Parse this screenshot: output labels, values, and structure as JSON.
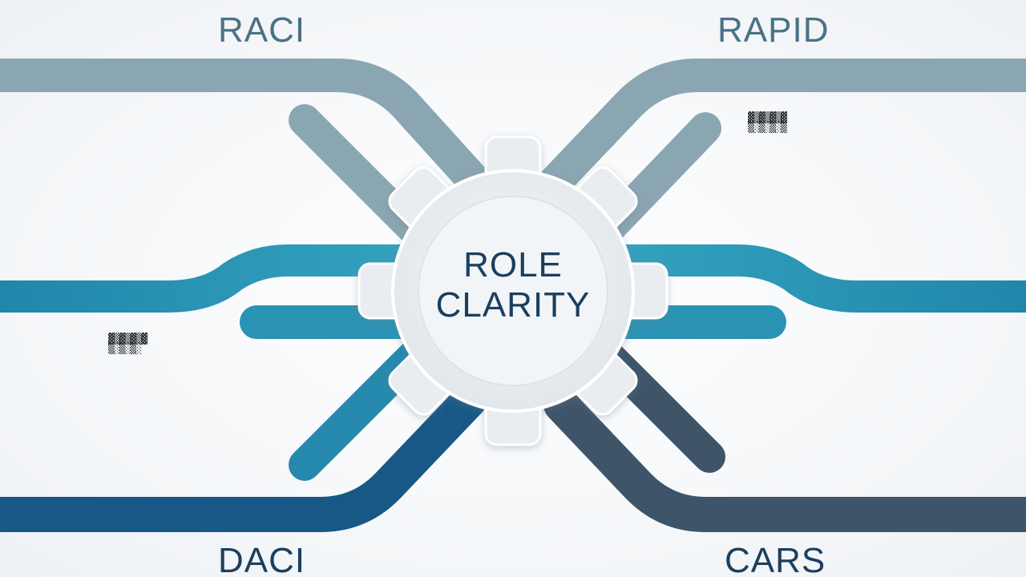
{
  "labels": {
    "top_left": "RACI",
    "top_right": "RAPID",
    "bottom_left": "DACI",
    "bottom_right": "CARS"
  },
  "center": {
    "line1": "ROLE",
    "line2": "CLARITY"
  },
  "colors": {
    "raci": "#8ba6b3",
    "rapid": "#8ba6b3",
    "middle": "#2a93b4",
    "daci": "#175886",
    "cars": "#3d5469",
    "label_top": "#4b7286",
    "label_bottom": "#1d3f5e",
    "center_text": "#1b3e5f",
    "gear_fill": "#e9edf1",
    "gear_inner": "#f2f5f7"
  },
  "icons": {
    "center": "gear-icon"
  }
}
